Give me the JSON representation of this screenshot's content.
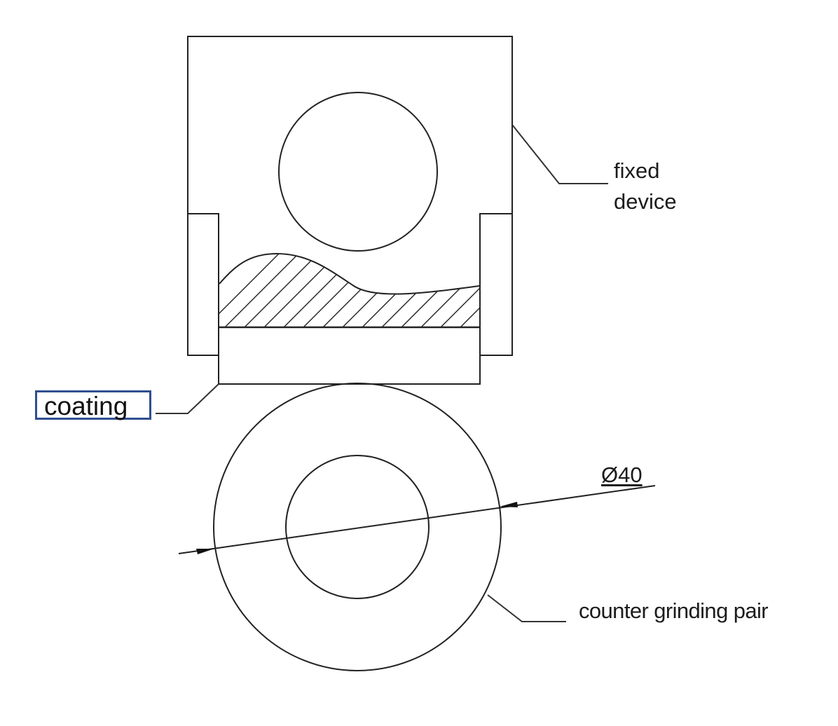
{
  "diagram": {
    "type": "technical-drawing",
    "labels": {
      "fixed_device_line1": "fixed",
      "fixed_device_line2": "device",
      "coating": "coating",
      "counter_grinding_pair": "counter grinding pair",
      "diameter": "Ø40"
    },
    "colors": {
      "line": "#222222",
      "highlight_box": "#2f4f8f",
      "background": "#ffffff"
    },
    "components": [
      {
        "name": "fixed device",
        "shape": "rectangle with side blocks and upper circle"
      },
      {
        "name": "coating",
        "shape": "hatched wavy layer on slab"
      },
      {
        "name": "counter grinding pair",
        "shape": "annulus",
        "dimension": "Ø40"
      }
    ]
  }
}
